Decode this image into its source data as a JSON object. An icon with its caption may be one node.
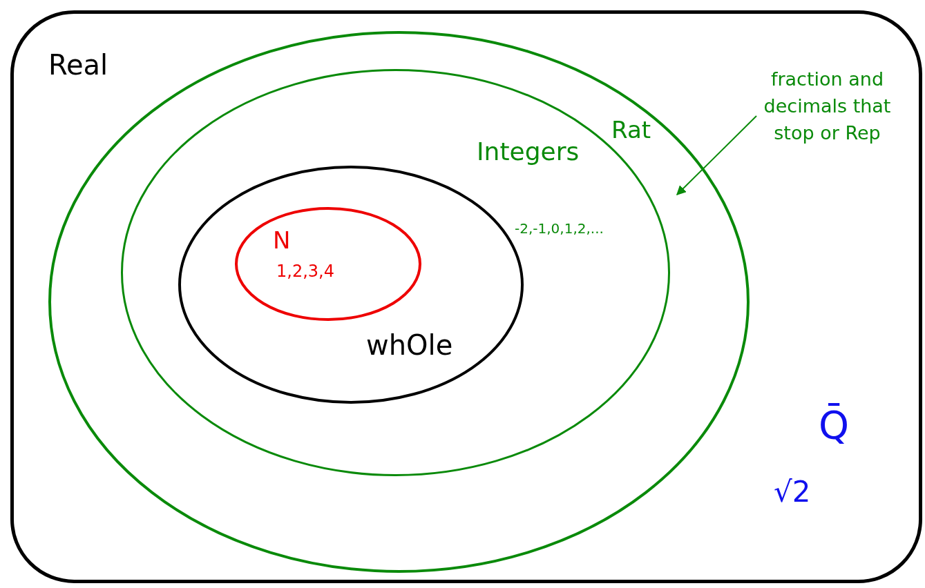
{
  "diagram": {
    "nodes": [
      {
        "text": [
          "Real"
        ]
      },
      {
        "text": [
          "Rat"
        ],
        "in": 0
      },
      {
        "text": [
          "Integers",
          "-2,-1,0,1,2,..."
        ],
        "in": 1
      },
      {
        "text": [
          "whOle"
        ],
        "in": 2
      },
      {
        "text": [
          "N",
          "1,2,3,4"
        ],
        "in": 3
      },
      {
        "text": [
          "fraction and decimals that stop or Rep"
        ],
        "in": 0
      }
    ],
    "edges": [
      {
        "from": 5,
        "to": 1,
        "arrow": "to"
      }
    ],
    "labels": [
      "Q̄",
      "√2"
    ]
  }
}
